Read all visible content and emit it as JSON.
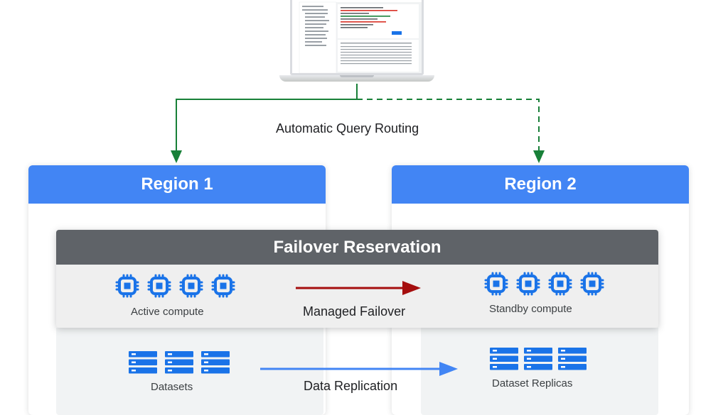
{
  "routing": {
    "label": "Automatic Query Routing"
  },
  "regions": [
    {
      "title": "Region 1"
    },
    {
      "title": "Region 2"
    }
  ],
  "failover": {
    "title": "Failover Reservation",
    "active_label": "Active compute",
    "standby_label": "Standby compute",
    "arrow_label": "Managed Failover"
  },
  "data": {
    "datasets_label": "Datasets",
    "replicas_label": "Dataset Replicas",
    "arrow_label": "Data Replication"
  },
  "colors": {
    "region_header": "#4285f4",
    "failover_header": "#5f6368",
    "routing_arrow": "#188038",
    "failover_arrow": "#a50e0e",
    "replication_arrow": "#4285f4",
    "icon_blue": "#1a73e8"
  },
  "icons": {
    "compute": "cpu-chip-icon",
    "dataset": "database-table-icon",
    "client": "laptop-icon"
  }
}
